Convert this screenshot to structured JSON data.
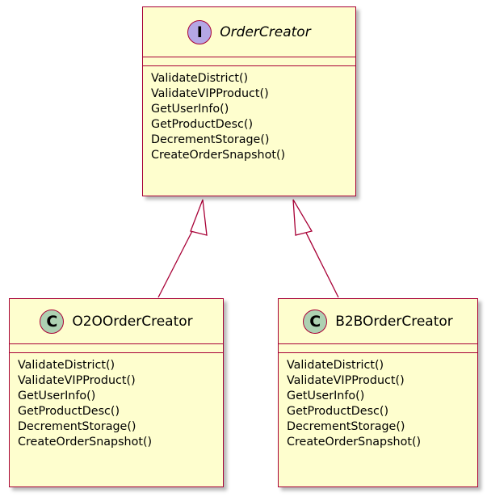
{
  "colors": {
    "class_fill": "#fefece",
    "class_border": "#a80036",
    "interface_badge": "#b4a7e5",
    "class_badge": "#add1b2"
  },
  "interface": {
    "stereotype_letter": "I",
    "name": "OrderCreator",
    "methods": [
      "ValidateDistrict()",
      "ValidateVIPProduct()",
      "GetUserInfo()",
      "GetProductDesc()",
      "DecrementStorage()",
      "CreateOrderSnapshot()"
    ]
  },
  "classes": [
    {
      "stereotype_letter": "C",
      "name": "O2OOrderCreator",
      "methods": [
        "ValidateDistrict()",
        "ValidateVIPProduct()",
        "GetUserInfo()",
        "GetProductDesc()",
        "DecrementStorage()",
        "CreateOrderSnapshot()"
      ]
    },
    {
      "stereotype_letter": "C",
      "name": "B2BOrderCreator",
      "methods": [
        "ValidateDistrict()",
        "ValidateVIPProduct()",
        "GetUserInfo()",
        "GetProductDesc()",
        "DecrementStorage()",
        "CreateOrderSnapshot()"
      ]
    }
  ]
}
